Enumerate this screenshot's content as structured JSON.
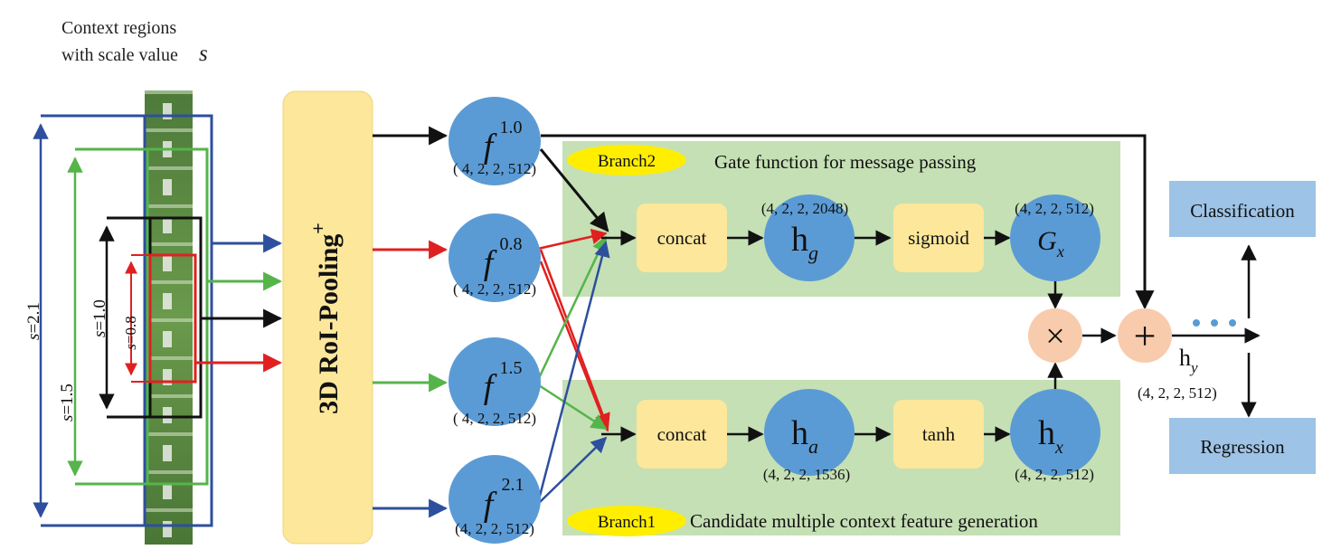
{
  "caption": {
    "line1": "Context regions",
    "line2": "with scale value",
    "symbol": "s"
  },
  "scales": [
    {
      "var": "s",
      "eq": "=2.1",
      "color": "#2d4f9e"
    },
    {
      "var": "s",
      "eq": "=1.5",
      "color": "#55b44a"
    },
    {
      "var": "s",
      "eq": "=1.0",
      "color": "#111111"
    },
    {
      "var": "s",
      "eq": "=0.8",
      "color": "#e02020"
    }
  ],
  "pooling": {
    "label": "3D RoI-Pooling",
    "sup": "+"
  },
  "features": [
    {
      "base": "f",
      "sup": "1.0",
      "dims": "( 4, 2, 2, 512)"
    },
    {
      "base": "f",
      "sup": "0.8",
      "dims": "( 4, 2, 2, 512)"
    },
    {
      "base": "f",
      "sup": "1.5",
      "dims": "( 4, 2, 2, 512)"
    },
    {
      "base": "f",
      "sup": "2.1",
      "dims": "(4, 2, 2, 512)"
    }
  ],
  "branch2": {
    "badge": "Branch2",
    "title": "Gate function  for message passing",
    "concat": "concat",
    "h_base": "h",
    "h_sub": "g",
    "h_dims": "(4, 2, 2, 2048)",
    "act": "sigmoid",
    "out_base": "G",
    "out_sub": "x",
    "out_dims": "(4, 2, 2, 512)"
  },
  "branch1": {
    "badge": "Branch1",
    "title": "Candidate multiple context feature generation",
    "concat": "concat",
    "h_base": "h",
    "h_sub": "a",
    "h_dims": "(4, 2, 2, 1536)",
    "act": "tanh",
    "out_base": "h",
    "out_sub": "x",
    "out_dims": "(4, 2, 2, 512)"
  },
  "ops": {
    "multiply": "×",
    "add": "+"
  },
  "output": {
    "base": "h",
    "sub": "y",
    "dims": "(4, 2, 2, 512)"
  },
  "heads": {
    "classification": "Classification",
    "regression": "Regression"
  },
  "colors": {
    "blue_circle": "#5b9bd5",
    "yellow_box": "#fde79b",
    "green_panel": "#c5e0b4",
    "orange_op": "#f8cbad",
    "head_box": "#9dc3e6",
    "badge": "#ffee00"
  }
}
